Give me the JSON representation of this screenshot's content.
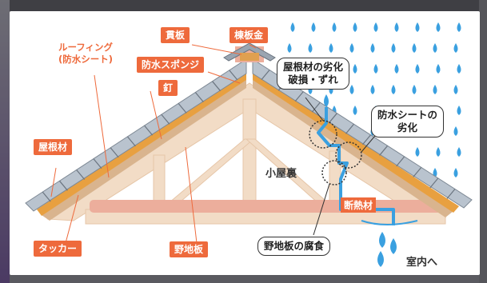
{
  "labels": {
    "nuki_ita": "貫板",
    "munaban_kin": "棟板金",
    "roofing": "ルーフィング",
    "roofing_sub": "(防水シート)",
    "bousui_sponge": "防水スポンジ",
    "kugi": "釘",
    "yane_zai": "屋根材",
    "tacker": "タッカー",
    "noji_ita": "野地板",
    "koya_ura": "小屋裏",
    "dannetsu_zai": "断熱材",
    "shitsunai_he": "室内へ"
  },
  "callouts": {
    "roof_material": "屋根材の劣化\n破損・ずれ",
    "sheet": "防水シートの\n劣化",
    "decking": "野地板の腐食"
  },
  "colors": {
    "accent": "#ee6a3c",
    "rain": "#3aa0e0",
    "wood": "#f1dcc6",
    "insulation": "#eeaa99"
  }
}
